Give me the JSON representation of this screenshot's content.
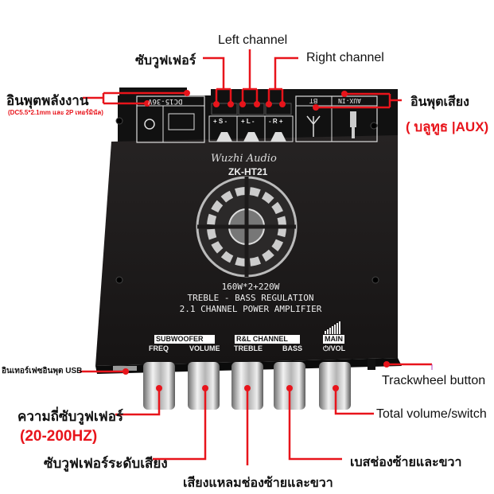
{
  "product": {
    "brand_logo": "Wuzhi Audio",
    "model": "ZK-HT21",
    "spec_lines": [
      "160W*2+220W",
      "TREBLE - BASS REGULATION",
      "2.1 CHANNEL POWER AMPLIFIER"
    ],
    "power_label": "DC15-36V",
    "bt_label": "BT",
    "aux_label": "AUX-IN",
    "speaker_terminals": [
      "+ S -",
      "+ L -",
      "- R +"
    ],
    "groups": [
      {
        "title": "SUBWOOFER",
        "knobs": [
          "FREQ",
          "VOLUME"
        ]
      },
      {
        "title": "R&L CHANNEL",
        "knobs": [
          "TREBLE",
          "BASS"
        ]
      },
      {
        "title": "MAIN",
        "knobs": [
          "⏻/VOL"
        ]
      }
    ]
  },
  "annotations": {
    "power_input": "อินพุตพลังงาน",
    "power_input_note": "(DC5.5*2.1mm และ 2P เทอร์มินัล)",
    "subwoofer_out": "ซับวูฟเฟอร์",
    "left_channel": "Left channel",
    "right_channel": "Right channel",
    "audio_input": "อินพุตเสียง",
    "audio_input_note": "( บลูทูธ |AUX)",
    "usb_input": "อินเทอร์เฟซอินพุต USB",
    "sub_freq": "ความถี่ซับวูฟเฟอร์",
    "sub_freq_range": "(20-200HZ)",
    "sub_volume": "ซับวูฟเฟอร์ระดับเสียง",
    "treble": "เสียงแหลมช่องซ้ายและขวา",
    "bass": "เบสช่องซ้ายและขวา",
    "total_volume": "Total volume/switch",
    "trackwheel": "Trackwheel button"
  },
  "colors": {
    "accent": "#e8141b",
    "board": "#1c1a1a"
  }
}
